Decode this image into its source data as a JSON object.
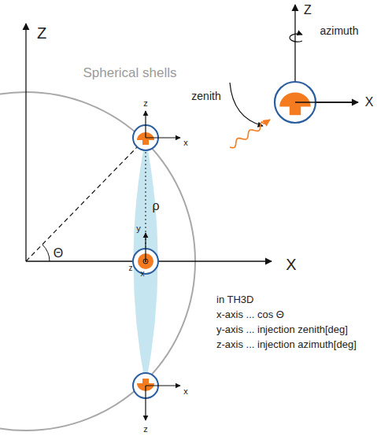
{
  "diagram": {
    "labels": [
      "Z",
      "Spherical shells",
      "z",
      "x",
      "ρ",
      "Θ",
      "y",
      "z",
      "x",
      "x",
      "z",
      "X",
      "Z",
      "azimuth",
      "zenith",
      "X",
      "in TH3D",
      "x-axis ... cos Θ",
      "y-axis ... injection zenith[deg]",
      "z-axis ... injection azimuth[deg]"
    ]
  }
}
